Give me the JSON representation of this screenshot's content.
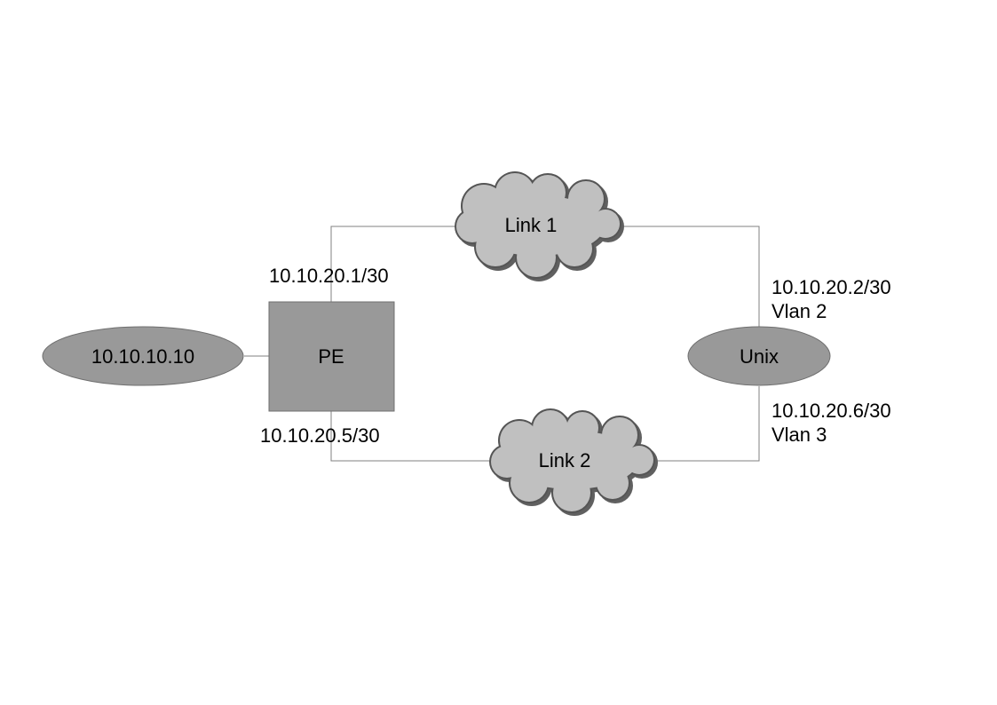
{
  "nodes": {
    "host": "10.10.10.10",
    "pe": "PE",
    "unix": "Unix",
    "link1": "Link 1",
    "link2": "Link 2"
  },
  "labels": {
    "pe_link1_ip": "10.10.20.1/30",
    "pe_link2_ip": "10.10.20.5/30",
    "unix_link1_ip": "10.10.20.2/30",
    "unix_link1_vlan": "Vlan 2",
    "unix_link2_ip": "10.10.20.6/30",
    "unix_link2_vlan": "Vlan 3"
  },
  "colors": {
    "node_fill": "#999999",
    "cloud_fill": "#c0c0c0",
    "cloud_stroke": "#555555",
    "cloud_shadow": "#606060",
    "wire": "#808080"
  }
}
